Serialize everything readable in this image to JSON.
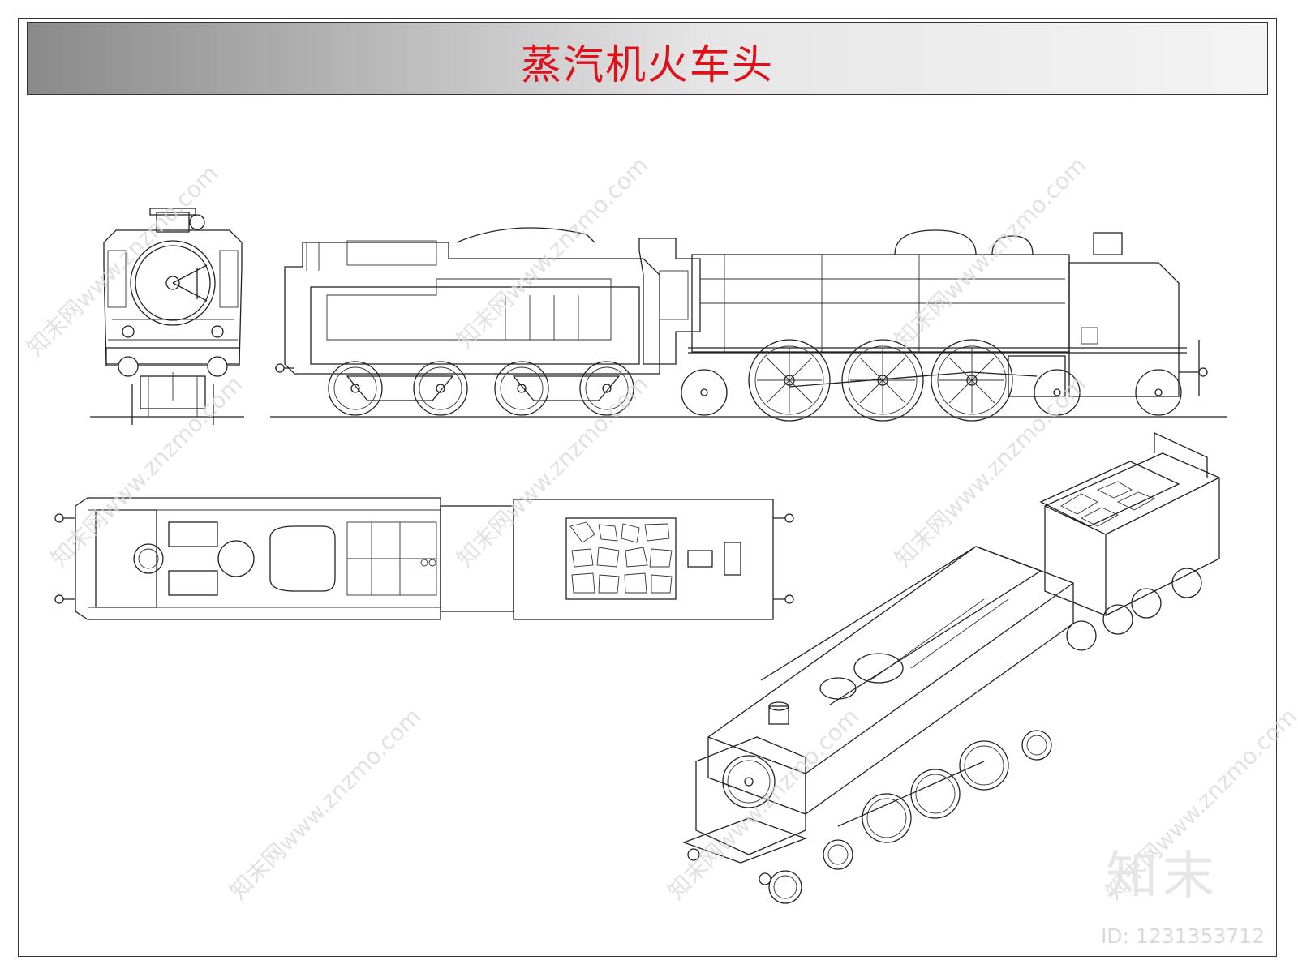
{
  "title": "蒸汽机火车头",
  "watermark": {
    "site": "知末网www.znzmo.com",
    "brand": "知末",
    "id_label": "ID: 1231353712"
  },
  "colors": {
    "title": "#e0101b",
    "line": "#222222",
    "header_gradient_dark": "#8a8a8a",
    "header_gradient_light": "#f4f4f4"
  },
  "views": [
    {
      "name": "front-view"
    },
    {
      "name": "side-elevation"
    },
    {
      "name": "top-plan"
    },
    {
      "name": "isometric-view"
    }
  ]
}
